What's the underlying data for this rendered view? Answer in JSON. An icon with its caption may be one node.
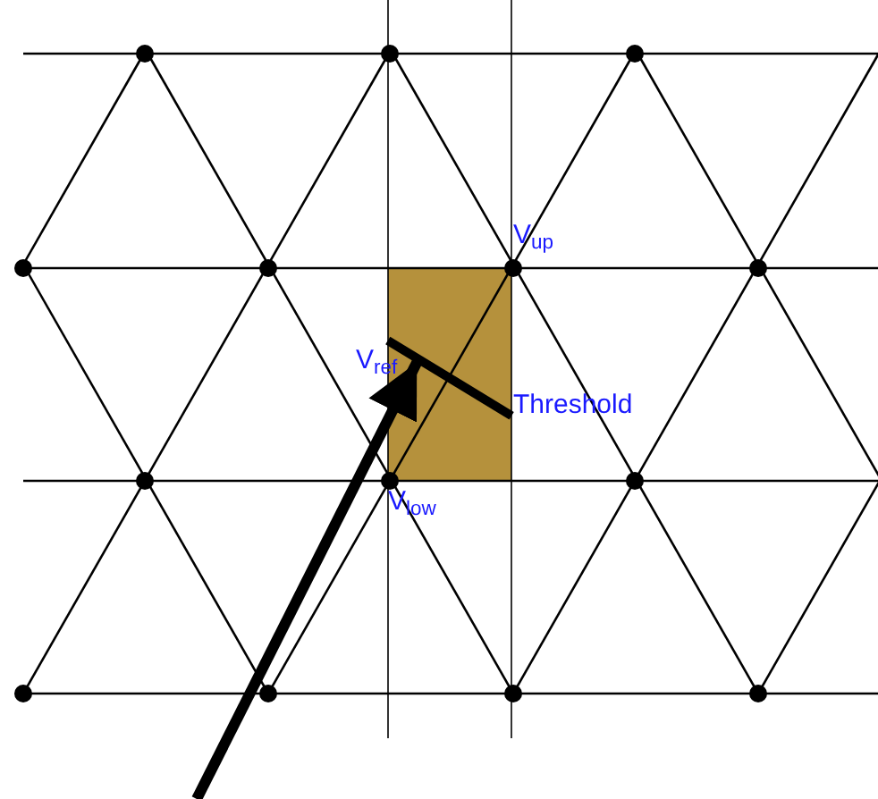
{
  "diagram": {
    "nodes": [
      {
        "text": [],
        "shape": "box"
      },
      {
        "text": [],
        "shape": "bar",
        "in": 0,
        "beside": [
          "Threshold"
        ]
      }
    ],
    "edges": [
      {
        "from": null,
        "to": 1,
        "arrow": "to"
      }
    ],
    "labels": [
      "V$_{up}$",
      "V$_{ref}$",
      "V$_{low}$"
    ]
  }
}
